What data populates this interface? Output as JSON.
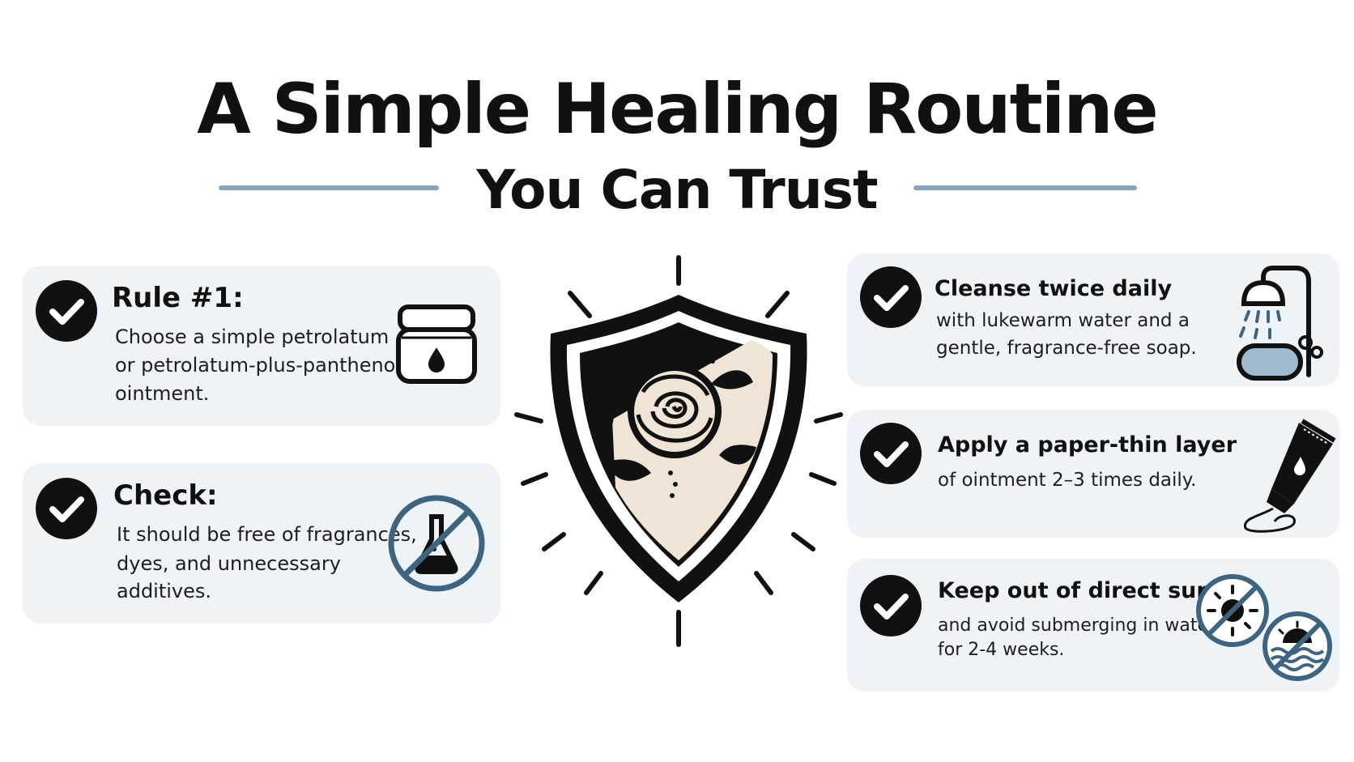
{
  "title": {
    "line1": "A Simple Healing Routine",
    "line2": "You Can Trust"
  },
  "left_cards": [
    {
      "heading": "Rule #1:",
      "lines": [
        "Choose a simple petrolatum",
        "or petrolatum-plus-panthenol",
        "ointment."
      ],
      "icon": "ointment-jar-icon"
    },
    {
      "heading": "Check:",
      "lines": [
        "It should be free of fragrances,",
        "dyes, and unnecessary",
        "additives."
      ],
      "icon": "no-chemicals-icon"
    }
  ],
  "right_cards": [
    {
      "heading": "Cleanse twice daily",
      "lines": [
        "with lukewarm water and a",
        "gentle, fragrance-free soap."
      ],
      "icon": "shower-soap-icon"
    },
    {
      "heading": "Apply a paper-thin layer",
      "lines": [
        "of ointment 2–3 times daily."
      ],
      "icon": "ointment-tube-icon"
    },
    {
      "heading": "Keep out of direct sun",
      "lines": [
        "and avoid submerging in water",
        "for 2-4 weeks."
      ],
      "icon": "no-sun-no-water-icon"
    }
  ],
  "center_icon": "shield-rose-tattoo-icon",
  "colors": {
    "card_bg": "#eef3f8",
    "accent": "#8aa4ba",
    "check_bg": "#111111",
    "icon_blue": "#3f6480"
  }
}
